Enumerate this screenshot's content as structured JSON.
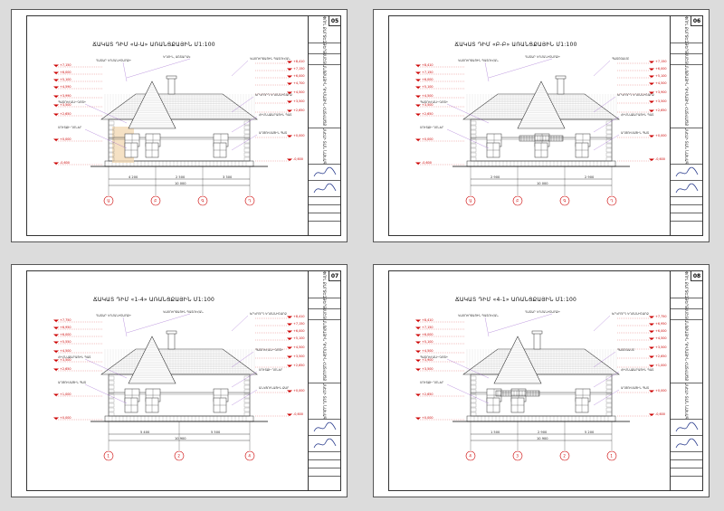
{
  "sheets": [
    {
      "number": "05",
      "title": "ՃԱԿԱՏ ԴԻՄ «Ա-Ա» ԱՌԱՆՑՔԱՅԻՆ   Մ1:100",
      "axes": [
        "Ա",
        "Բ",
        "Գ",
        "Դ"
      ],
      "dims": [
        "4 200",
        "2 500",
        "3 300"
      ],
      "total": "10 000",
      "levels_left": [
        "+7,150",
        "+6,000",
        "+5,100",
        "+4,590",
        "+3,990",
        "+3,500",
        "+2,650",
        "+0,000",
        "-0,600"
      ],
      "levels_right": [
        "+8,410",
        "+7,150",
        "+6,000",
        "+4,700",
        "+4,500",
        "+3,500",
        "+2,650",
        "+0,000",
        "-0,600"
      ],
      "notes": [
        "ԴԱՏԱՐ ԿՂՄԱՆԻՇԱՐՔԻ",
        "ԿՂՄԻՆ, ԱՇՏԱՐԱԿ",
        "ԿԱՄՈՒՐՋԱՅԻՆ ՊԱՏՈՒՀԱՆ",
        "ԵՐԿՐՈՐԴ ԿՂՄԱՆԻՇԱՐՔ",
        "ՊԱՏՈՒՀԱՆԻ ԳՈՏԻ",
        "ՀԻՄՆԱՔԱՐԱՅԻՆ ՊԱՏ",
        "ՄՈՒՏՔԻ ԴՌՆԵՐ",
        "ԱՂՅՈՒՍԱՅԻՆ ՊԱՏ"
      ],
      "stamp": [
        "ՓՈՒԼ ՔԱՐՏԵԶ",
        "ԹԵՐԹ",
        "ՄԱՍՇՏԱԲ",
        "ԱՌԱՆՑՔԱՅԻՆ ԴԻՄԱՅԻՆ ՀԱՏՎԱԾՔ Ա-Ա",
        "ԲՆԱԿԵԼԻ ՏԱՆ ՆԱԽԱԳԻԾ"
      ]
    },
    {
      "number": "06",
      "title": "ՃԱԿԱՏ ԴԻՄ «Բ-Բ» ԱՌԱՆՑՔԱՅԻՆ   Մ1:100",
      "axes": [
        "Ա",
        "Բ",
        "Գ",
        "Դ"
      ],
      "dims": [
        "2 900",
        "",
        "2 900"
      ],
      "total": "10 000",
      "levels_left": [
        "+8,410",
        "+7,150",
        "+6,000",
        "+5,100",
        "+4,500",
        "+3,500",
        "+2,650",
        "+0,000",
        "-0,600"
      ],
      "levels_right": [
        "+7,150",
        "+6,000",
        "+5,100",
        "+4,500",
        "+3,900",
        "+3,500",
        "+2,650",
        "+0,000",
        "-0,600"
      ],
      "notes": [
        "ԿԱՄՈՒՐՋԱՅԻՆ ՊԱՏՈՒՀԱՆ",
        "ԴԱՏԱՐ ԿՂՄԱՆԻՇԱՐՔԻ",
        "ՊԱՏՇԳԱՄԲ",
        "ԵՐԿՐՈՐԴ ԿՂՄԱՆԻՇԱՐՔ",
        "ՊԱՏՈՒՀԱՆԻ ԳՈՏԻ",
        "ՀԻՄՆԱՔԱՐԱՅԻՆ ՊԱՏ",
        "ՄՈՒՏՔԻ ԴՌՆԵՐ",
        "ԱՂՅՈՒՍԱՅԻՆ ՊԱՏ"
      ],
      "stamp": [
        "ՓՈՒԼ ՔԱՐՏԵԶ",
        "ԹԵՐԹ",
        "ՄԱՍՇՏԱԲ",
        "ԱՌԱՆՑՔԱՅԻՆ ԴԻՄԱՅԻՆ ՀԱՏՎԱԾՔ Բ-Բ",
        "ԲՆԱԿԵԼԻ ՏԱՆ ՆԱԽԱԳԻԾ"
      ]
    },
    {
      "number": "07",
      "title": "ՃԱԿԱՏ ԴԻՄ «1-4» ԱՌԱՆՑՔԱՅԻՆ   Մ1:100",
      "axes": [
        "1",
        "2",
        "4"
      ],
      "dims": [
        "5 400",
        "5 500"
      ],
      "total": "10 900",
      "levels_left": [
        "+7,750",
        "+6,950",
        "+6,000",
        "+5,550",
        "+4,500",
        "+3,500",
        "+2,650",
        "+1,000",
        "+0,000"
      ],
      "levels_right": [
        "+8,410",
        "+7,150",
        "+6,000",
        "+5,100",
        "+4,500",
        "+3,500",
        "+2,650",
        "+0,000",
        "-0,600"
      ],
      "notes": [
        "ԴԱՏԱՐ ԿՂՄԱՆԻՇԱՐՔԻ",
        "ԿԱՄՈՒՐՋԱՅԻՆ ՊԱՏՈՒՀԱՆ",
        "ԵՐԿՐՈՐԴ ԿՂՄԱՆԻՇԱՐՔ",
        "ՊԱՏՈՒՀԱՆԻ ԳՈՏԻ",
        "ՀԻՄՆԱՔԱՐԱՅԻՆ ՊԱՏ",
        "ՄՈՒՏՔԻ ԴՌՆԵՐ",
        "ԱՂՅՈՒՍԱՅԻՆ ՊԱՏ",
        "ԱՆԿՅՈՒՆԱՅԻՆ ՔԱՐ"
      ],
      "stamp": [
        "ՓՈՒԼ ՔԱՐՏԵԶ",
        "ԹԵՐԹ",
        "ՄԱՍՇՏԱԲ",
        "ԱՌԱՆՑՔԱՅԻՆ ԴԻՄԱՅԻՆ ՀԱՏՎԱԾՔ 1-4",
        "ԲՆԱԿԵԼԻ ՏԱՆ ՆԱԽԱԳԻԾ"
      ]
    },
    {
      "number": "08",
      "title": "ՃԱԿԱՏ ԴԻՄ «4-1» ԱՌԱՆՑՔԱՅԻՆ   Մ1:100",
      "axes": [
        "4",
        "3",
        "2",
        "1"
      ],
      "dims": [
        "1 500",
        "2 900",
        "5 200"
      ],
      "total": "10 900",
      "levels_left": [
        "+8,410",
        "+7,150",
        "+6,000",
        "+5,100",
        "+4,500",
        "+3,900",
        "+3,500",
        "+2,650",
        "+0,000"
      ],
      "levels_right": [
        "+7,750",
        "+6,950",
        "+6,000",
        "+4,500",
        "+3,500",
        "+2,650",
        "+1,000",
        "+0,000",
        "-0,600"
      ],
      "notes": [
        "ԿԱՄՈՒՐՋԱՅԻՆ ՊԱՏՈՒՀԱՆ",
        "ԴԱՏԱՐ ԿՂՄԱՆԻՇԱՐՔԻ",
        "ԵՐԿՐՈՐԴ ԿՂՄԱՆԻՇԱՐՔ",
        "ՊԱՏՇԳԱՄԲ",
        "ՊԱՏՈՒՀԱՆԻ ԳՈՏԻ",
        "ՀԻՄՆԱՔԱՐԱՅԻՆ ՊԱՏ",
        "ՄՈՒՏՔԻ ԴՌՆԵՐ",
        "ԱՂՅՈՒՍԱՅԻՆ ՊԱՏ"
      ],
      "stamp": [
        "ՓՈՒԼ ՔԱՐՏԵԶ",
        "ԹԵՐԹ",
        "ՄԱՍՇՏԱԲ",
        "ԱՌԱՆՑՔԱՅԻՆ ԴԻՄԱՅԻՆ ՀԱՏՎԱԾՔ 4-1",
        "ԲՆԱԿԵԼԻ ՏԱՆ ՆԱԽԱԳԻԾ"
      ]
    }
  ],
  "colors": {
    "levels": "#cc0000",
    "lines": "#333333",
    "leader": "#7a2fbf",
    "highlight": "#f3d9b5",
    "signature": "#2d3f8f"
  }
}
